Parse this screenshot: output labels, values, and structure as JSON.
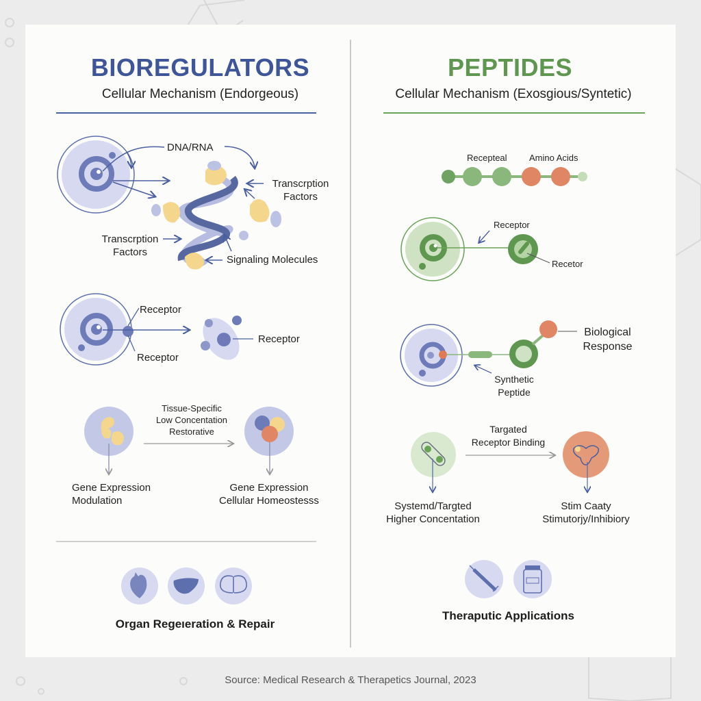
{
  "left_panel": {
    "title": "BIOREGULATORS",
    "subtitle": "Cellular Mechanism (Endorgeous)",
    "color": "#3f5599",
    "section1": {
      "dna_label": "DNA/RNA",
      "tf_right_line1": "Transcrption",
      "tf_right_line2": "Factors",
      "tf_left_line1": "Transcrption",
      "tf_left_line2": "Factors",
      "signaling_label": "Signaling Molecules"
    },
    "section2": {
      "receptor_top": "Receptor",
      "receptor_bottom": "Receptor",
      "receptor_right": "Receptor"
    },
    "section3": {
      "arrow_line1": "Tissue-Specific",
      "arrow_line2": "Low Concentation",
      "arrow_line3": "Restorative",
      "left_line1": "Gene Expression",
      "left_line2": "Modulation",
      "right_line1": "Gene Expression",
      "right_line2": "Cellular Homeostesss"
    },
    "footer_icons": [
      "heart-icon",
      "liver-icon",
      "brain-icon"
    ],
    "footer_caption": "Organ Regeıeration & Repair"
  },
  "right_panel": {
    "title": "PEPTIDES",
    "subtitle": "Cellular Mechanism (Exosgious/Syntetic)",
    "color": "#5f9650",
    "section1": {
      "label_a": "Recepteal",
      "label_b": "Amino Acids",
      "chain_colors": [
        "#6fa162",
        "#8ab77c",
        "#8ab77c",
        "#e08664",
        "#e08664",
        "#c5dcb9"
      ]
    },
    "section2": {
      "receptor_top": "Receptor",
      "receptor_right": "Recetor"
    },
    "section3": {
      "response_line1": "Biological",
      "response_line2": "Response",
      "peptide_line1": "Synthetic",
      "peptide_line2": "Peptide"
    },
    "section4": {
      "arrow_line1": "Targated",
      "arrow_line2": "Receptor Binding",
      "left_line1": "Systemd/Targted",
      "left_line2": "Higher Concentation",
      "right_line1": "Stim Caaty",
      "right_line2": "Stimutorjy/Inhibiory"
    },
    "footer_icons": [
      "syringe-icon",
      "vial-icon"
    ],
    "footer_caption": "Theraputic Applications"
  },
  "footer": {
    "source": "Source: Medical Research & Therapetics Journal, 2023"
  }
}
